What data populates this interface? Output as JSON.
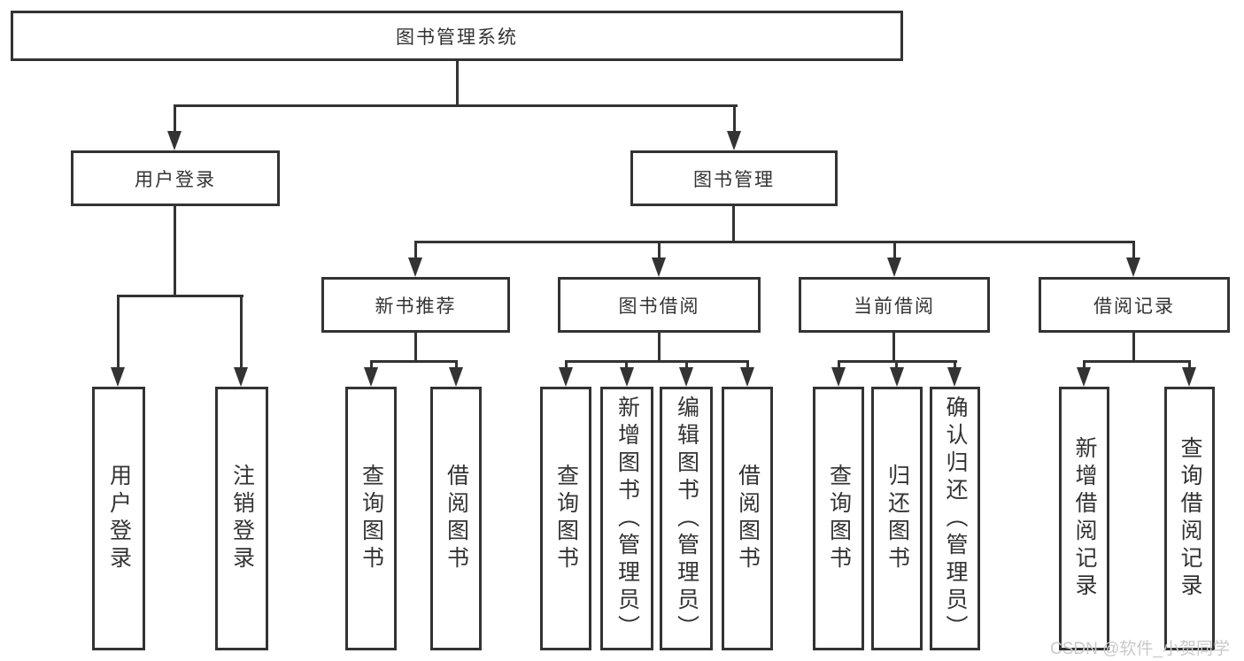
{
  "diagram": {
    "root": "图书管理系统",
    "level2": [
      "用户登录",
      "图书管理"
    ],
    "level3": [
      "新书推荐",
      "图书借阅",
      "当前借阅",
      "借阅记录"
    ],
    "leaves": {
      "user_login": [
        "用户登录",
        "注销登录"
      ],
      "new_book_recommend": [
        "查询图书",
        "借阅图书"
      ],
      "book_borrow": [
        "查询图书",
        "新增图书（管理员）",
        "编辑图书（管理员）",
        "借阅图书"
      ],
      "current_borrow": [
        "查询图书",
        "归还图书",
        "确认归还（管理员）"
      ],
      "borrow_records": [
        "新增借阅记录",
        "查询借阅记录"
      ]
    },
    "watermark": "CSDN @软件_小贺同学",
    "colors": {
      "line": "#333333",
      "box_border": "#333333",
      "text": "#333333",
      "watermark": "#c9c9c9",
      "background": "#ffffff"
    }
  }
}
